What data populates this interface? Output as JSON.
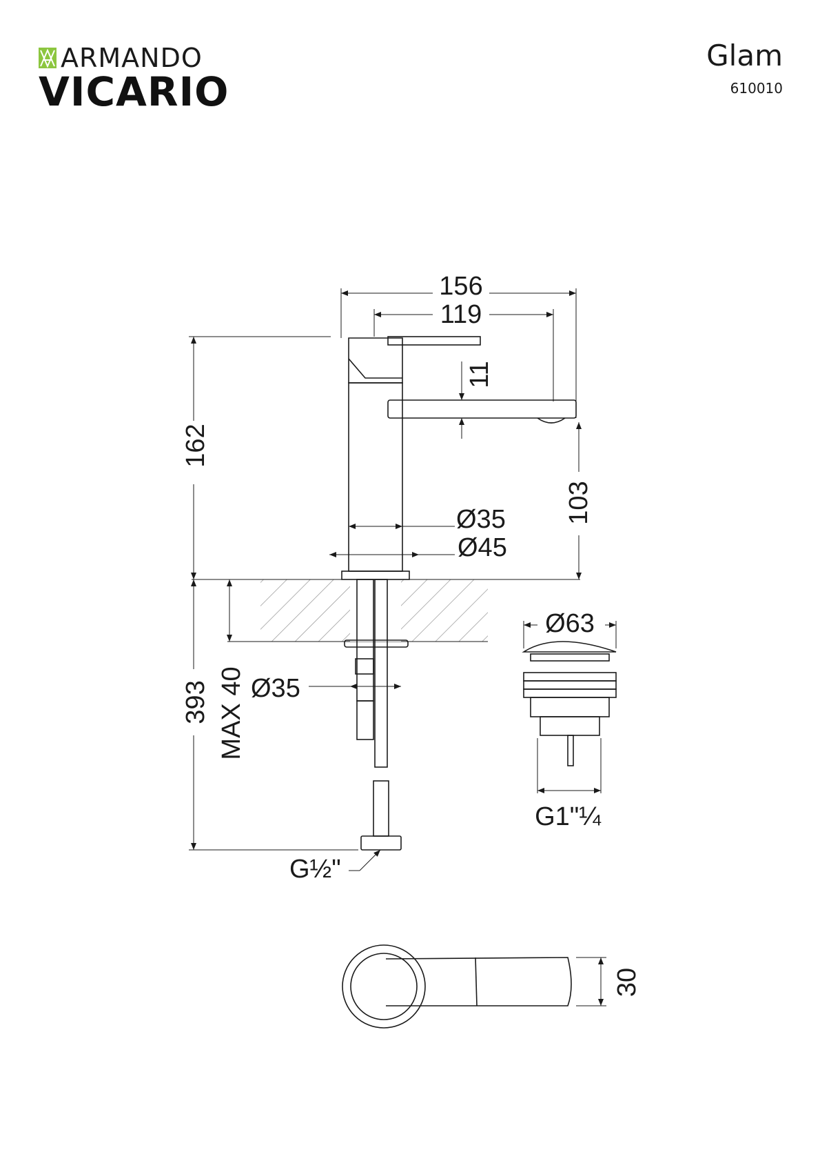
{
  "brand": {
    "top": "ARMANDO",
    "bottom": "VICARIO",
    "logo_color": "#8cc63f"
  },
  "product": {
    "name": "Glam",
    "code": "610010"
  },
  "dimensions": {
    "overall_width": "156",
    "spout_reach": "119",
    "spout_thickness": "11",
    "overall_height": "162",
    "spout_height": "103",
    "body_diameter": "Ø35",
    "base_diameter": "Ø45",
    "below_deck_length": "393",
    "max_deck_thickness": "MAX 40",
    "shank_diameter": "Ø35",
    "hose_connection": "G½\"",
    "waste_diameter": "Ø63",
    "waste_thread": "G1\"¼",
    "top_view_width": "30"
  },
  "colors": {
    "line": "#1a1a1a",
    "hatch": "#9a9a9a"
  }
}
